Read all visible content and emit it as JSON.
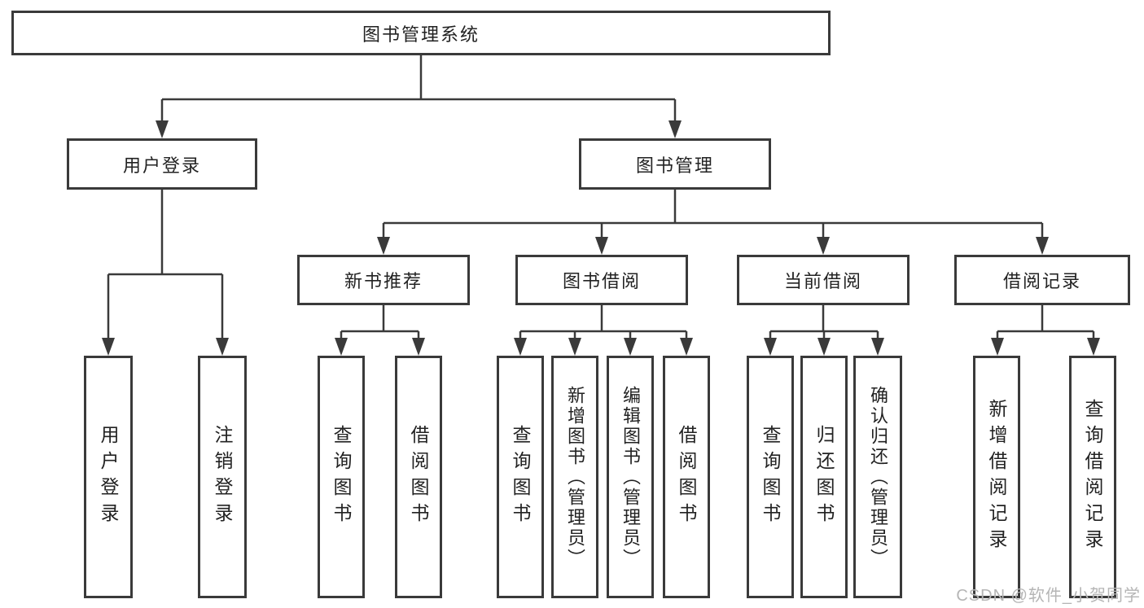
{
  "diagram": {
    "root": {
      "label": "图书管理系统"
    },
    "level2": {
      "user_login": {
        "label": "用户登录"
      },
      "book_management": {
        "label": "图书管理"
      }
    },
    "level3": {
      "new_book_recommend": {
        "label": "新书推荐"
      },
      "book_borrow": {
        "label": "图书借阅"
      },
      "current_borrow": {
        "label": "当前借阅"
      },
      "borrow_records": {
        "label": "借阅记录"
      }
    },
    "leaves": {
      "user_login": [
        "用户登录",
        "注销登录"
      ],
      "new_book_recommend": [
        "查询图书",
        "借阅图书"
      ],
      "book_borrow": [
        "查询图书",
        "新增图书（管理员）",
        "编辑图书（管理员）",
        "借阅图书"
      ],
      "current_borrow": [
        "查询图书",
        "归还图书",
        "确认归还（管理员）"
      ],
      "borrow_records": [
        "新增借阅记录",
        "查询借阅记录"
      ]
    }
  },
  "colors": {
    "line": "#3a3a3a",
    "box_border": "#3a3a3a",
    "text": "#222222",
    "watermark": "#b5b5b5"
  },
  "watermark": "CSDN @软件_小贺同学"
}
